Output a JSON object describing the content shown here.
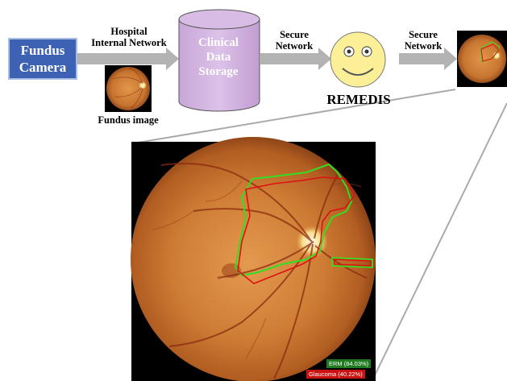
{
  "nodes": {
    "camera": {
      "line1": "Fundus",
      "line2": "Camera"
    },
    "storage": {
      "line1": "Clinical",
      "line2": "Data",
      "line3": "Storage"
    },
    "model": {
      "label": "REMEDIS"
    }
  },
  "edges": {
    "hospital": {
      "line1": "Hospital",
      "line2": "Internal Network"
    },
    "secure1": {
      "line1": "Secure",
      "line2": "Network"
    },
    "secure2": {
      "line1": "Secure",
      "line2": "Network"
    }
  },
  "thumbnail": {
    "caption": "Fundus image"
  },
  "predictions": [
    {
      "label": "ERM (84.03%)",
      "color": "#1f7a1f"
    },
    {
      "label": "Glaucoma (40.22%)",
      "color": "#cc1111"
    }
  ],
  "colors": {
    "camera_fill": "#3d62b4",
    "storage_fill": "#d6b8e2",
    "smiley_fill": "#fbf098",
    "arrow": "#b3b3b3",
    "fundus_outline_green": "#33dd22",
    "fundus_outline_red": "#dd1111"
  }
}
